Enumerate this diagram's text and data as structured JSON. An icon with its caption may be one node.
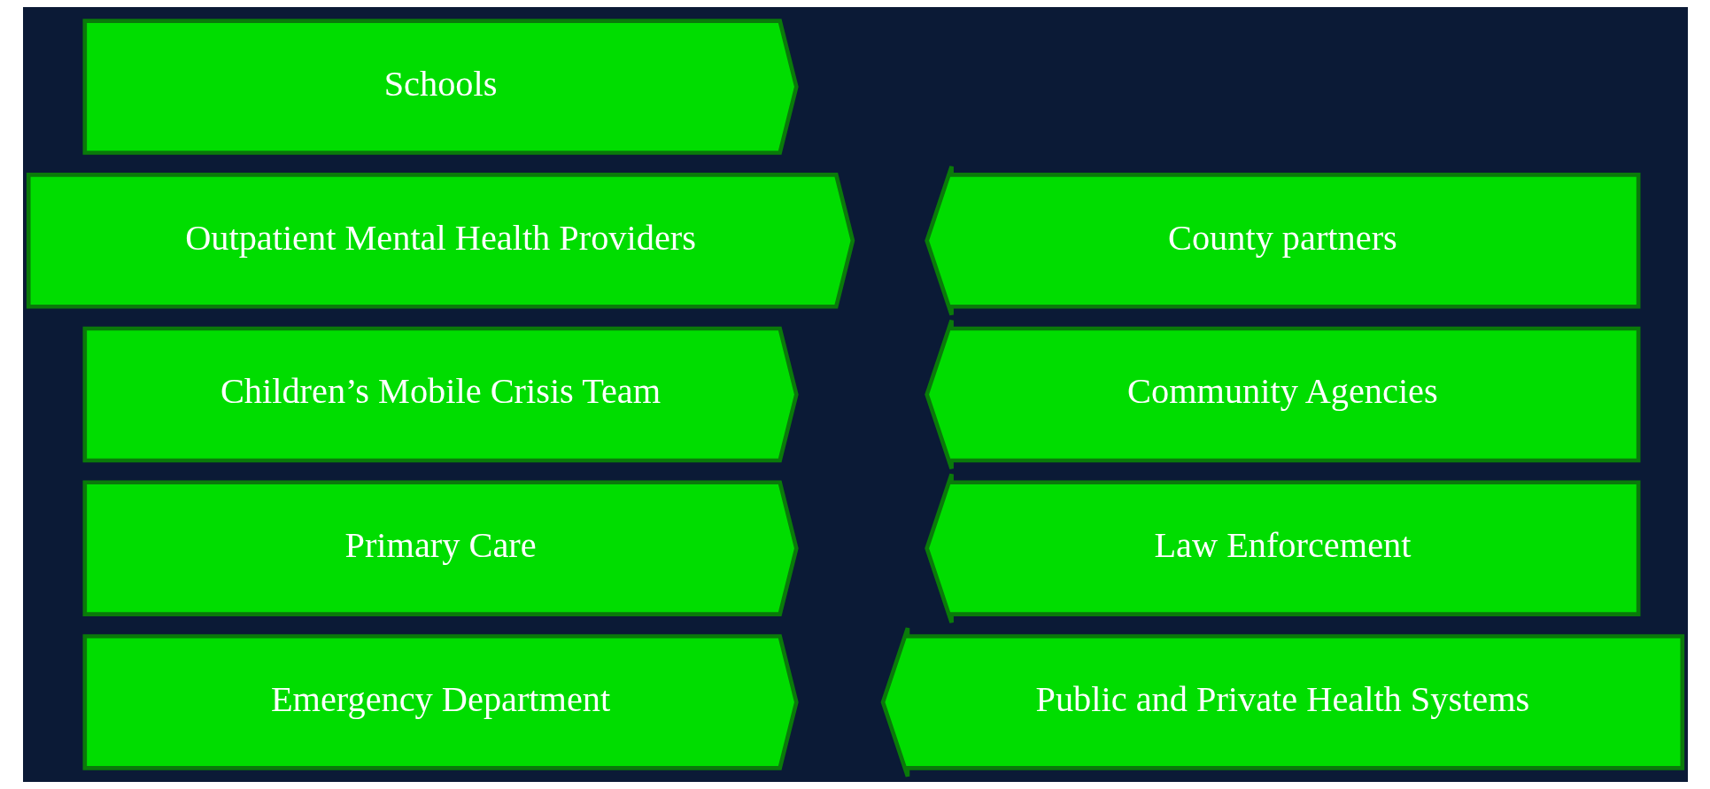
{
  "diagram": {
    "nodes": [
      {
        "text": [
          "Emergency Department"
        ]
      },
      {
        "text": [
          "Primary Care"
        ]
      },
      {
        "text": [
          "Children’s Mobile Crisis Team"
        ]
      },
      {
        "text": [
          "Outpatient Mental Health Providers"
        ]
      },
      {
        "text": [
          "Schools"
        ]
      },
      {
        "text": [
          "Public and Private Health Systems"
        ]
      },
      {
        "text": [
          "Law Enforcement"
        ]
      },
      {
        "text": [
          "Community Agencies"
        ]
      },
      {
        "text": [
          "County partners"
        ]
      }
    ],
    "edges": []
  }
}
